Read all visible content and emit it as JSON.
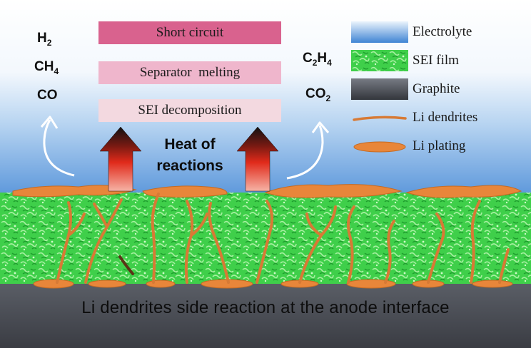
{
  "gases_left": [
    {
      "base": "H",
      "sub": "2"
    },
    {
      "base": "CH",
      "sub": "4"
    },
    {
      "base": "CO",
      "sub": ""
    }
  ],
  "gases_right": [
    {
      "base": "C",
      "sub": "2",
      "base2": "H",
      "sub2": "4"
    },
    {
      "base": "CO",
      "sub": "2",
      "base2": "",
      "sub2": ""
    }
  ],
  "stages": [
    "Short circuit",
    "Separator  melting",
    "SEI decomposition"
  ],
  "heat_label": [
    "Heat of",
    "reactions"
  ],
  "legend": [
    {
      "label": "Electrolyte",
      "swatch": "electrolyte"
    },
    {
      "label": "SEI film",
      "swatch": "sei"
    },
    {
      "label": "Graphite",
      "swatch": "graphite"
    },
    {
      "label": "Li dendrites",
      "swatch": "dendrite"
    },
    {
      "label": "Li plating",
      "swatch": "plating"
    }
  ],
  "caption": "Li dendrites side reaction at the anode interface",
  "colors": {
    "electrolyte_top": "#ffffff",
    "electrolyte_bottom": "#4e8ed8",
    "sei_green": "#3fcf4a",
    "graphite": "#4a4d55",
    "lithium_orange": "#e8863a",
    "arrow_top": "#111111",
    "arrow_red": "#e02a1a",
    "short_circuit_box": "#d9628e",
    "separator_box": "#efb6cc",
    "sei_decomp_box": "#f3d9e0"
  }
}
